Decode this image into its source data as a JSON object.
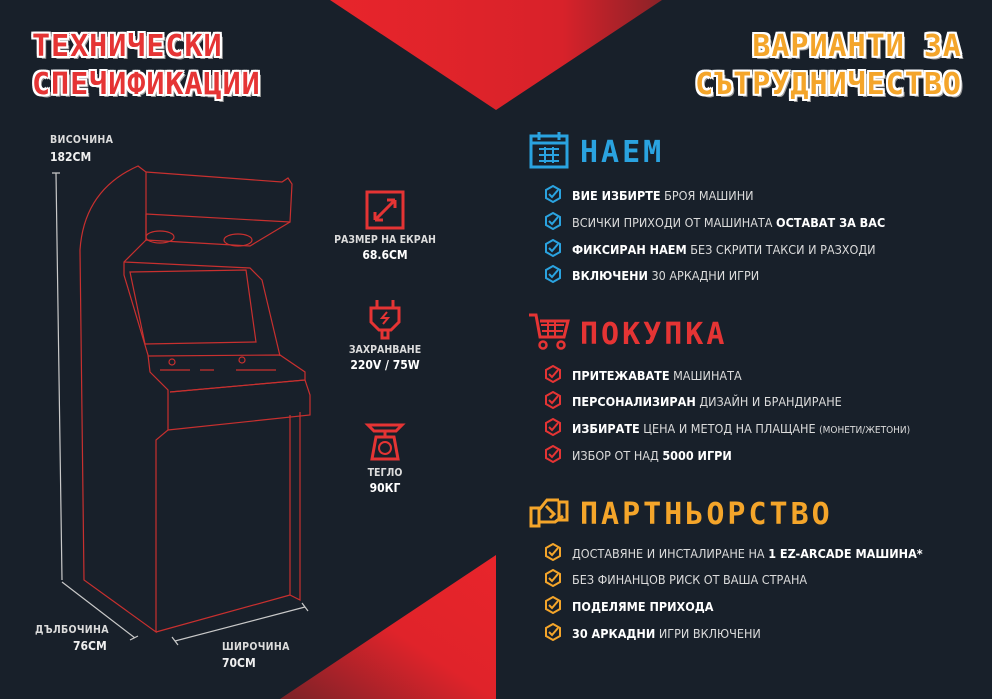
{
  "colors": {
    "background": "#18202a",
    "red": "#e53434",
    "orange": "#f4a52a",
    "blue": "#2aa3e0",
    "cabinet_line": "#c8302f"
  },
  "left": {
    "title_line1": "ТЕХНИЧЕСКИ",
    "title_line2": "СПЕЧИФИКАЦИИ",
    "height": {
      "label": "ВИСОЧИНА",
      "value": "182СМ"
    },
    "depth": {
      "label": "ДЪЛБОЧИНА",
      "value": "76СМ"
    },
    "width": {
      "label": "ШИРОЧИНА",
      "value": "70СМ"
    },
    "specs": [
      {
        "icon": "resize-diagonal-icon",
        "label": "РАЗМЕР НА ЕКРАН",
        "value": "68.6СМ"
      },
      {
        "icon": "power-plug-icon",
        "label": "ЗАХРАНВАНЕ",
        "value": "220V / 75W"
      },
      {
        "icon": "weighing-scale-icon",
        "label": "ТЕГЛО",
        "value": "90КГ"
      }
    ]
  },
  "right": {
    "title_line1": "ВАРИАНТИ ЗА",
    "title_line2": "СЪТРУДНИЧЕСТВО",
    "sections": [
      {
        "title": "НАЕМ",
        "icon": "calendar-icon",
        "color": "#2aa3e0",
        "items": [
          [
            {
              "t": "ВИЕ ИЗБИРТЕ",
              "b": true
            },
            {
              "t": " БРОЯ МАШИНИ",
              "b": false
            }
          ],
          [
            {
              "t": "ВСИЧКИ ПРИХОДИ ОТ МАШИНАТА ",
              "b": false
            },
            {
              "t": "ОСТАВАТ ЗА ВАС",
              "b": true
            }
          ],
          [
            {
              "t": "ФИКСИРАН НАЕМ",
              "b": true
            },
            {
              "t": " БЕЗ СКРИТИ ТАКСИ И РАЗХОДИ",
              "b": false
            }
          ],
          [
            {
              "t": "ВКЛЮЧЕНИ",
              "b": true
            },
            {
              "t": " 30 АРКАДНИ ИГРИ",
              "b": false
            }
          ]
        ]
      },
      {
        "title": "ПОКУПКА",
        "icon": "shopping-cart-icon",
        "color": "#e53434",
        "items": [
          [
            {
              "t": "ПРИТЕЖАВАТЕ",
              "b": true
            },
            {
              "t": " МАШИНАТА",
              "b": false
            }
          ],
          [
            {
              "t": "ПЕРСОНАЛИЗИРАН",
              "b": true
            },
            {
              "t": " ДИЗАЙН И БРАНДИРАНЕ",
              "b": false
            }
          ],
          [
            {
              "t": "ИЗБИРАТЕ",
              "b": true
            },
            {
              "t": " ЦЕНА И МЕТОД НА ПЛАЩАНЕ ",
              "b": false
            },
            {
              "t": "(МОНЕТИ/ЖЕТОНИ)",
              "b": false,
              "s": true
            }
          ],
          [
            {
              "t": "ИЗБОР ОТ НАД ",
              "b": false
            },
            {
              "t": "5000 ИГРИ",
              "b": true
            }
          ]
        ]
      },
      {
        "title": "ПАРТНЬОРСТВО",
        "icon": "handshake-icon",
        "color": "#f4a52a",
        "items": [
          [
            {
              "t": "ДОСТАВЯНЕ И ИНСТАЛИРАНЕ НА ",
              "b": false
            },
            {
              "t": "1 EZ-ARCADE МАШИНА*",
              "b": true
            }
          ],
          [
            {
              "t": "БЕЗ ФИНАНЦОВ РИСК ОТ ВАША СТРАНА",
              "b": false
            }
          ],
          [
            {
              "t": "ПОДЕЛЯМЕ ПРИХОДА",
              "b": true
            }
          ],
          [
            {
              "t": "30 АРКАДНИ",
              "b": true
            },
            {
              "t": " ИГРИ ВКЛЮЧЕНИ",
              "b": false
            }
          ]
        ]
      }
    ]
  }
}
